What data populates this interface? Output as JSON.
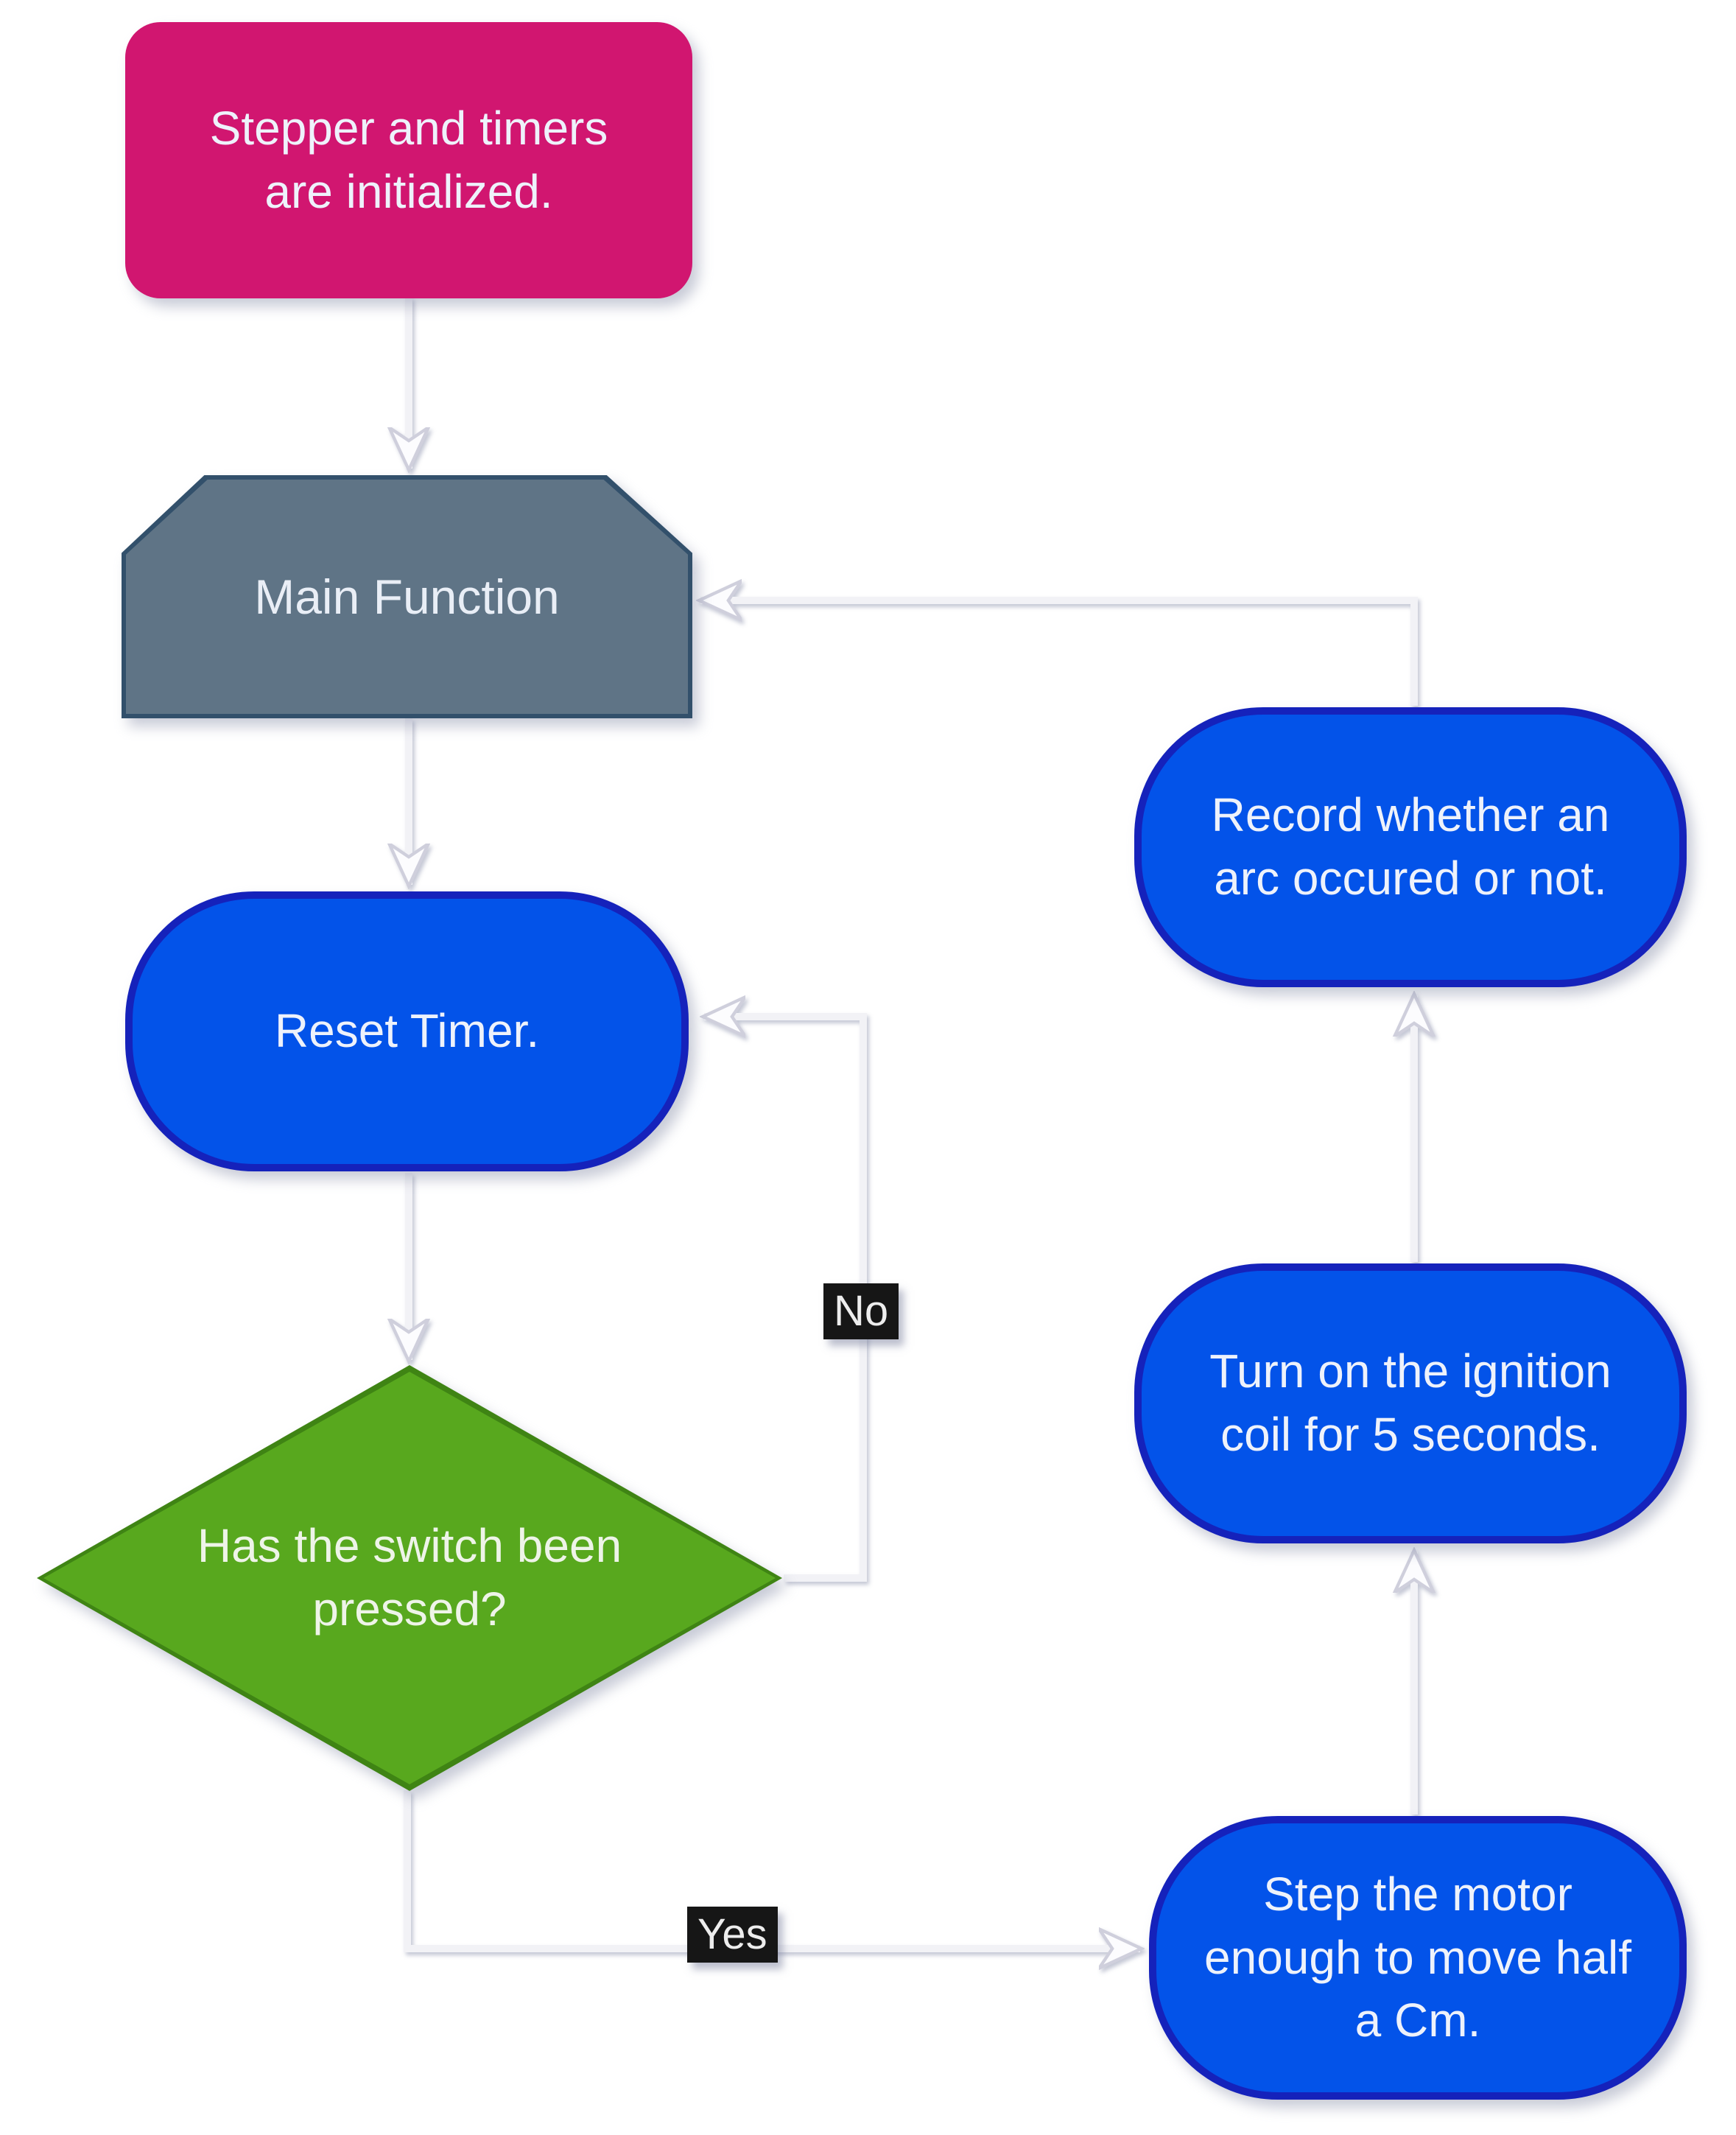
{
  "diagram": {
    "type": "flowchart",
    "background_color": "#ffffff",
    "connector_color": "#f2f2f6",
    "nodes": {
      "start": {
        "label": "Stepper and timers\nare initialized.",
        "shape": "rounded-rectangle",
        "fill": "#d11670",
        "text_color": "#ffffff"
      },
      "main": {
        "label": "Main Function",
        "shape": "card-chamfered-top",
        "fill": "#5f7486",
        "border": "#32506b",
        "text_color": "#e9eef6"
      },
      "reset": {
        "label": "Reset Timer.",
        "shape": "terminator-pill",
        "fill": "#0353e9",
        "border": "#1522bb",
        "text_color": "#eef2fb"
      },
      "decision": {
        "label": "Has the switch been\npressed?",
        "shape": "diamond",
        "fill": "#58a81e",
        "border": "#3f8414",
        "text_color": "#eef4e8"
      },
      "step": {
        "label": "Step the motor\nenough to move half\na Cm.",
        "shape": "terminator-pill",
        "fill": "#0353e9",
        "border": "#1522bb",
        "text_color": "#eef2fb"
      },
      "ignition": {
        "label": "Turn on the ignition\ncoil for 5 seconds.",
        "shape": "terminator-pill",
        "fill": "#0353e9",
        "border": "#1522bb",
        "text_color": "#eef2fb"
      },
      "record": {
        "label": "Record whether an\narc occured or not.",
        "shape": "terminator-pill",
        "fill": "#0353e9",
        "border": "#1522bb",
        "text_color": "#eef2fb"
      }
    },
    "edges": [
      {
        "from": "start",
        "to": "main",
        "label": ""
      },
      {
        "from": "main",
        "to": "reset",
        "label": ""
      },
      {
        "from": "reset",
        "to": "decision",
        "label": ""
      },
      {
        "from": "decision",
        "to": "step",
        "label": "Yes"
      },
      {
        "from": "decision",
        "to": "reset",
        "label": "No"
      },
      {
        "from": "step",
        "to": "ignition",
        "label": ""
      },
      {
        "from": "ignition",
        "to": "record",
        "label": ""
      },
      {
        "from": "record",
        "to": "main",
        "label": ""
      }
    ],
    "edge_label_style": {
      "background": "#161616",
      "text_color": "#ededed"
    }
  }
}
